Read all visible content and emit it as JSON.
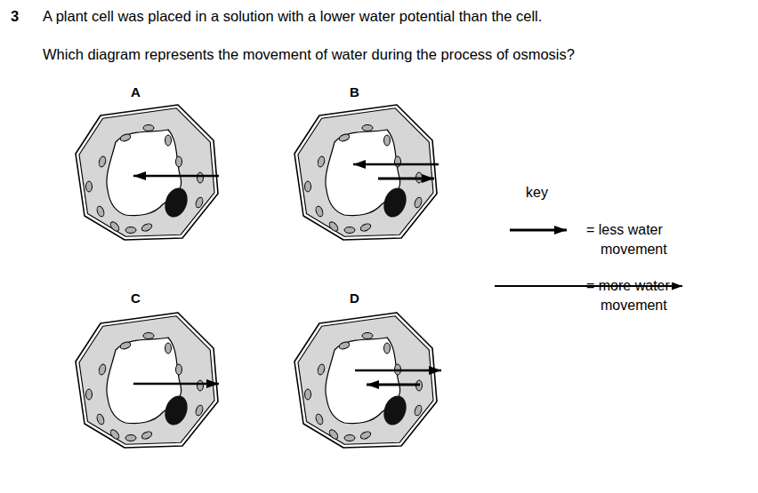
{
  "diagram": {
    "labels": [
      "3",
      "A plant cell was placed in a solution with a lower water potential than the cell.",
      "Which diagram represents the movement of water during the process of osmosis?",
      "A",
      "B",
      "C",
      "D",
      "key"
    ],
    "legend": [
      {
        "text": "= less water movement"
      },
      {
        "text": "= more water movement"
      }
    ]
  }
}
